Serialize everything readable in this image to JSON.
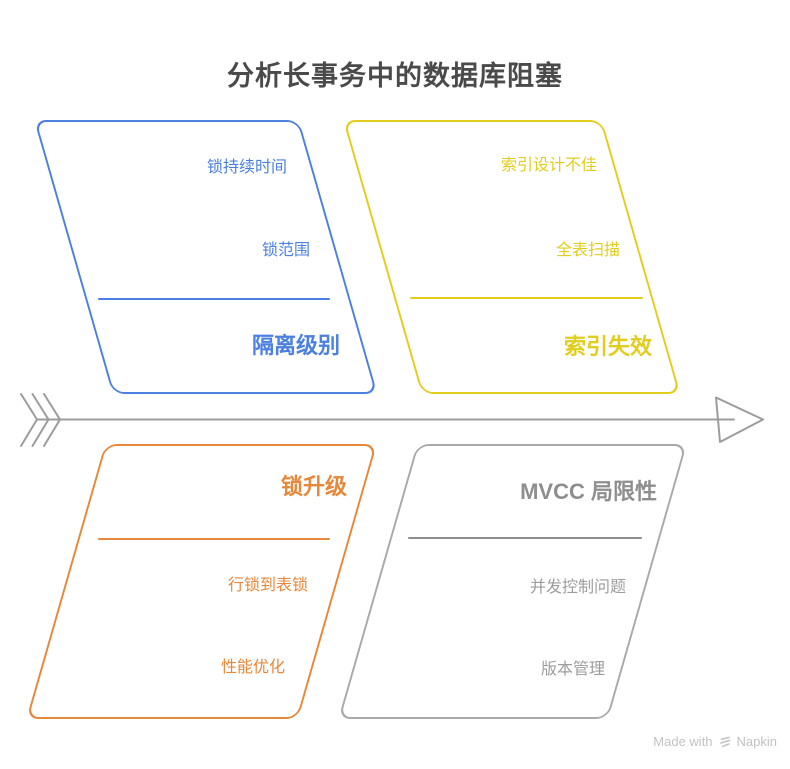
{
  "page": {
    "title": "分析长事务中的数据库阻塞",
    "background_color": "#FFFFFF",
    "title_color": "#4A4A4A"
  },
  "diagram": {
    "type": "fishbone",
    "spine": {
      "direction": "right",
      "color": "#9C9C9C"
    },
    "branches": [
      {
        "id": "isolation-level",
        "position": "top-left",
        "color": "#4B80E1",
        "title": "隔离级别",
        "items": [
          "锁持续时间",
          "锁范围"
        ]
      },
      {
        "id": "index-failure",
        "position": "top-right",
        "color": "#E2CD1E",
        "title": "索引失效",
        "items": [
          "索引设计不佳",
          "全表扫描"
        ]
      },
      {
        "id": "lock-escalation",
        "position": "bottom-left",
        "color": "#E6883A",
        "title": "锁升级",
        "items": [
          "行锁到表锁",
          "性能优化"
        ]
      },
      {
        "id": "mvcc-limitation",
        "position": "bottom-right",
        "color": "#A9A9A9",
        "title_color": "#8E8E8E",
        "item_color": "#9D9D9D",
        "title": "MVCC 局限性",
        "items": [
          "并发控制问题",
          "版本管理"
        ]
      }
    ]
  },
  "watermark": {
    "prefix": "Made with",
    "brand": "Napkin",
    "icon": "napkin-logo-icon",
    "color": "#C2C2C2"
  }
}
